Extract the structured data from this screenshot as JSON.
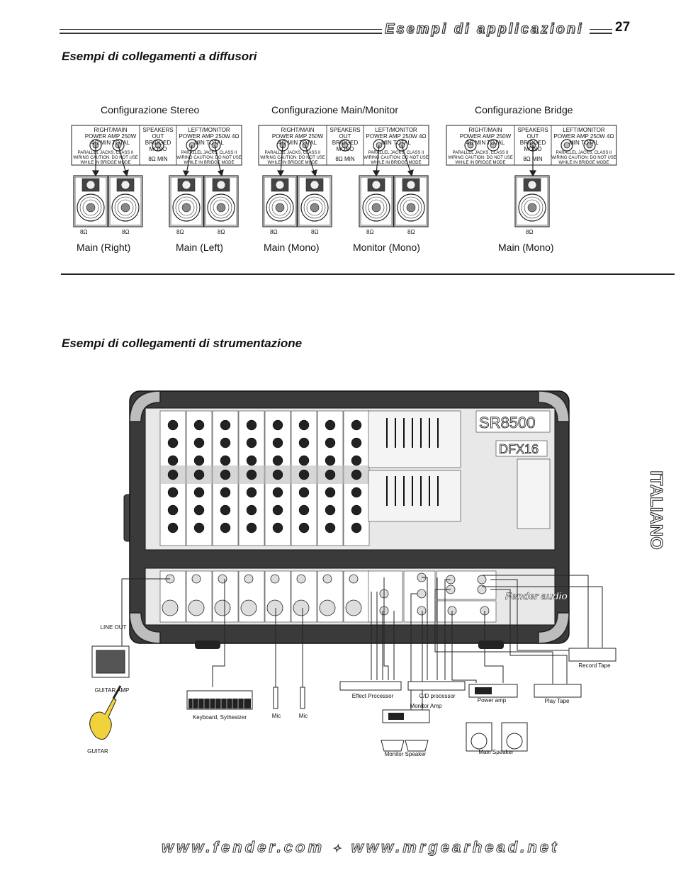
{
  "header": {
    "title": "Esempi di applicazioni",
    "page_number": "27"
  },
  "sections": {
    "speakers_title": "Esempi di collegamenti a diffusori",
    "instruments_title": "Esempi di collegamenti di strumentazione"
  },
  "configs": [
    {
      "label": "Configurazione Stereo"
    },
    {
      "label": "Configurazione Main/Monitor"
    },
    {
      "label": "Configurazione Bridge"
    }
  ],
  "speaker_labels": [
    "Main (Right)",
    "Main (Left)",
    "Main (Mono)",
    "Monitor (Mono)",
    "Main (Mono)"
  ],
  "impedance": "8Ω",
  "amp_panel": {
    "right_main": "RIGHT/MAIN POWER AMP 250W 4Ω MIN TOTAL",
    "speakers_out": "SPEAKERS OUT BRIDGED MONO",
    "left_monitor": "LEFT/MONITOR POWER AMP 250W 4Ω MIN TOTAL",
    "parallel": "PARALLEL JACKS, CLASS II WIRING CAUTION: DO NOT USE WHILE IN BRIDGE MODE",
    "min": "8Ω MIN"
  },
  "mixer": {
    "model": "SR8500",
    "fx": "DFX16",
    "brand": "Fender audio"
  },
  "devices": {
    "line_out": "LINE OUT",
    "guitar_amp": "GUITAR AMP",
    "guitar": "GUITAR",
    "keyboard": "Keyboard, Sythesizer",
    "mic1": "Mic",
    "mic2": "Mic",
    "effect_processor": "Effect Processor",
    "cd_processor": "C/D processor",
    "monitor_amp": "Monitor Amp",
    "monitor_speaker": "Monitor Speaker",
    "power_amp": "Power amp",
    "main_speaker": "Main Speaker",
    "record_tape": "Record Tape",
    "play_tape": "Play Tape"
  },
  "side_tab": "ITALIANO",
  "footer": {
    "left": "www.fender.com",
    "sep": "✧",
    "right": "www.mrgearhead.net"
  }
}
